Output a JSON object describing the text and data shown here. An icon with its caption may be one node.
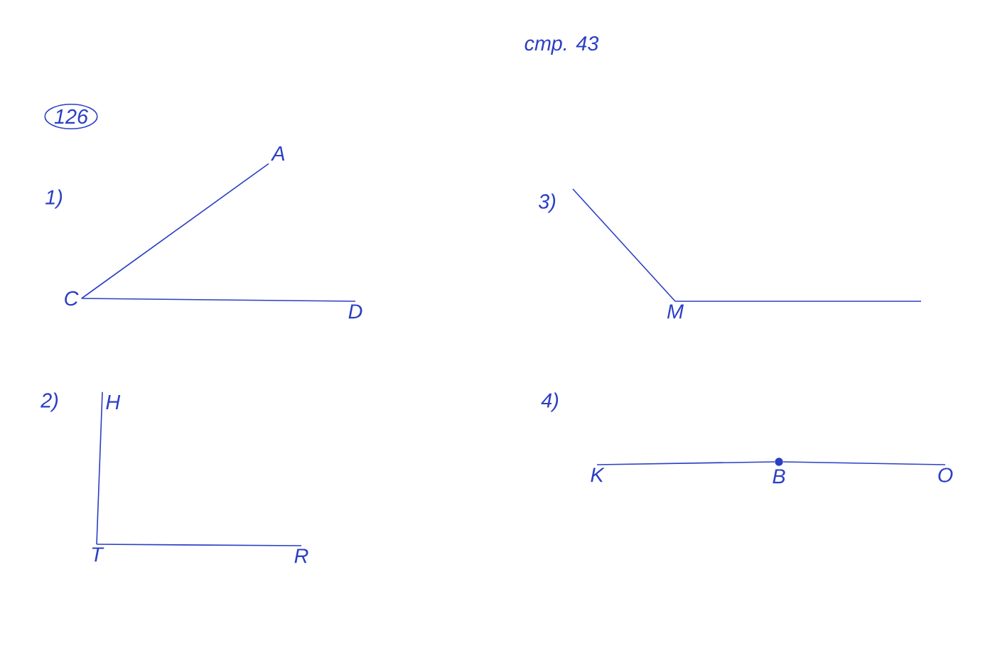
{
  "diagram": {
    "nodes": [
      {
        "text": [
          "126"
        ]
      },
      {
        "text": [
          "A"
        ]
      },
      {
        "text": [
          "C"
        ]
      },
      {
        "text": [
          "D"
        ]
      },
      {
        "text": [
          "H"
        ]
      },
      {
        "text": [
          "T"
        ]
      },
      {
        "text": [
          "R"
        ]
      },
      {
        "text": [
          "M"
        ]
      },
      {
        "text": [
          "K"
        ]
      },
      {
        "text": [
          "B"
        ]
      },
      {
        "text": [
          "O"
        ]
      }
    ],
    "edges": [
      {
        "from": 2,
        "to": 1,
        "arrow": "none"
      },
      {
        "from": 2,
        "to": 3,
        "arrow": "none"
      },
      {
        "from": 5,
        "to": 4,
        "arrow": "none"
      },
      {
        "from": 5,
        "to": 6,
        "arrow": "none"
      },
      {
        "from": 7,
        "to": null,
        "arrow": "none"
      },
      {
        "from": 7,
        "to": null,
        "arrow": "none"
      },
      {
        "from": 8,
        "to": 9,
        "arrow": "none"
      },
      {
        "from": 9,
        "to": 10,
        "arrow": "none"
      }
    ],
    "labels": [
      "стр. 43",
      "1)",
      "2)",
      "3)",
      "4)"
    ]
  }
}
